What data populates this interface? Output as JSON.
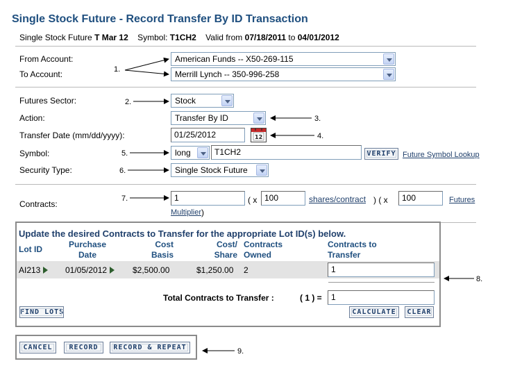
{
  "header": {
    "title": "Single Stock Future - Record Transfer By ID Transaction",
    "instrument_prefix": "Single Stock Future",
    "instrument_name": "T Mar 12",
    "symbol_label": "Symbol:",
    "symbol_value": "T1CH2",
    "valid_label": "Valid from",
    "valid_from": "07/18/2011",
    "to_word": "to",
    "valid_to": "04/01/2012"
  },
  "accounts": {
    "from_label": "From Account:",
    "from_value": "American Funds -- X50-269-115",
    "to_label": "To Account:",
    "to_value": "Merrill Lynch -- 350-996-258"
  },
  "form": {
    "sector_label": "Futures Sector:",
    "sector_value": "Stock",
    "action_label": "Action:",
    "action_value": "Transfer By ID",
    "date_label": "Transfer Date (mm/dd/yyyy):",
    "date_value": "01/25/2012",
    "calendar_icon": "calendar-icon",
    "symbol_label": "Symbol:",
    "position_value": "long",
    "symbol_value": "T1CH2",
    "verify_label": "VERIFY",
    "lookup_link": "Future Symbol Lookup",
    "security_label": "Security Type:",
    "security_value": "Single Stock Future",
    "contracts_label": "Contracts:",
    "contracts_value": "1",
    "open_paren_x": "( x",
    "shares_value": "100",
    "shares_link": "shares/contract",
    "close_paren_x": ") ( x",
    "multiplier_value": "100",
    "futures_link": "Futures",
    "multiplier_link": "Multiplier",
    "close_paren": ")"
  },
  "lots": {
    "heading": "Update the desired Contracts to Transfer for the appropriate Lot ID(s) below.",
    "col_lot": "Lot ID",
    "col_purchase_1": "Purchase",
    "col_purchase_2": "Date",
    "col_cost_1": "Cost",
    "col_cost_2": "Basis",
    "col_share_1": "Cost/",
    "col_share_2": "Share",
    "col_owned_1": "Contracts",
    "col_owned_2": "Owned",
    "col_transfer_1": "Contracts to",
    "col_transfer_2": "Transfer",
    "rows": [
      {
        "lot_id": "AI213",
        "purchase_date": "01/05/2012",
        "cost_basis": "$2,500.00",
        "cost_share": "$1,250.00",
        "owned": "2",
        "transfer": "1"
      }
    ],
    "total_label": "Total Contracts to Transfer :",
    "total_count": "( 1 ) =",
    "total_value": "1",
    "find_lots": "FIND LOTS",
    "calculate": "CALCULATE",
    "clear": "CLEAR"
  },
  "actions": {
    "cancel": "CANCEL",
    "record": "RECORD",
    "record_repeat": "RECORD & REPEAT"
  },
  "callouts": [
    "1.",
    "2.",
    "3.",
    "4.",
    "5.",
    "6.",
    "7.",
    "8.",
    "9."
  ],
  "colors": {
    "title": "#1f4f7f",
    "button_text": "#1f3f6b",
    "row_bg": "#e3e3e3"
  }
}
